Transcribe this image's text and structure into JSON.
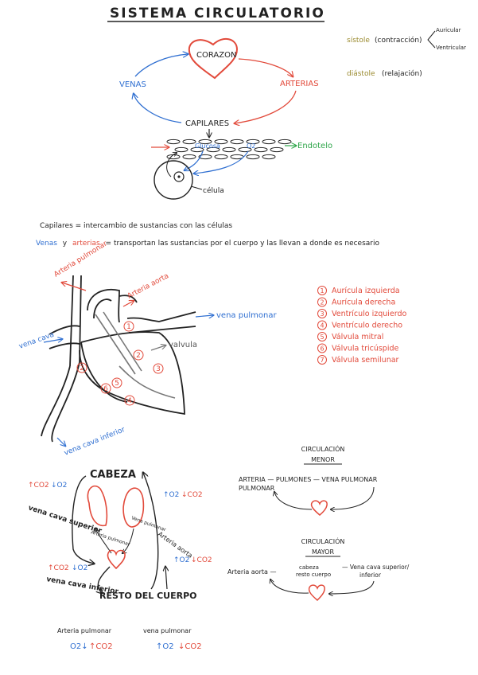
{
  "title": "SISTEMA CIRCULATORIO",
  "cycle": {
    "heart": "CORAZON",
    "veins": "VENAS",
    "arteries": "ARTERIAS",
    "capillaries": "CAPILARES",
    "glucose": "Glucosa",
    "oxygen": "O2",
    "endothelium": "Endotelo",
    "cell": "célula"
  },
  "phases": {
    "systole": "sístole",
    "systole_desc": "(contracción)",
    "atrial": "Auricular",
    "ventricular": "Ventricular",
    "diastole": "diástole",
    "diastole_desc": "(relajación)"
  },
  "notes": {
    "line1": "Capilares = intercambio de sustancias con las células",
    "line2_veins": "Venas",
    "line2_and": "y",
    "line2_arteries": "arterias",
    "line2_rest": "= transportan las sustancias por el cuerpo y las llevan a donde es necesario"
  },
  "heart_diagram": {
    "pulmonary_artery": "Arteria pulmonar",
    "aorta": "Arteria aorta",
    "pulmonary_vein": "vena pulmonar",
    "vena_cava": "vena cava",
    "valve": "valvula",
    "inferior_cava": "vena cava inferior",
    "n1": "1",
    "n2": "2",
    "n3": "3",
    "n4": "4",
    "n5": "5",
    "n6": "6",
    "n7": "7"
  },
  "legend": [
    {
      "n": "1",
      "label": "Aurícula izquierda"
    },
    {
      "n": "2",
      "label": "Aurícula derecha"
    },
    {
      "n": "3",
      "label": "Ventrículo izquierdo"
    },
    {
      "n": "4",
      "label": "Ventrículo derecho"
    },
    {
      "n": "5",
      "label": "Válvula mitral"
    },
    {
      "n": "6",
      "label": "Válvula tricúspide"
    },
    {
      "n": "7",
      "label": "Válvula semilunar"
    }
  ],
  "body_circ": {
    "head": "CABEZA",
    "rest": "RESTO DEL CUERPO",
    "sup_cava": "vena cava superior",
    "inf_cava": "vena cava inferior",
    "pulm_art": "Arteria pulmonar",
    "aorta": "Arteria aorta",
    "lung_l": "Arteria pulmonar",
    "lung_r": "Vena pulmonar",
    "art_pulm_bottom": "Arteria pulmonar",
    "vena_pulm_bottom": "vena pulmonar",
    "g_up_co2": "↑CO2",
    "g_down_o2": "↓O2",
    "g_up_o2": "↑O2",
    "g_down_co2": "↓CO2",
    "o2_down": "O2↓",
    "co2_up": "↑CO2",
    "o2_up": "↑O2",
    "co2_down": "↓CO2"
  },
  "minor": {
    "title1": "CIRCULACIÓN",
    "title2": "MENOR",
    "text": "ARTERIA — PULMONES — VENA PULMONAR",
    "sub": "PULMONAR"
  },
  "major": {
    "title1": "CIRCULACIÓN",
    "title2": "MAYOR",
    "a": "Arteria aorta —",
    "b": "cabeza",
    "c": "resto cuerpo",
    "d": "— Vena cava superior/",
    "e": "inferior"
  }
}
